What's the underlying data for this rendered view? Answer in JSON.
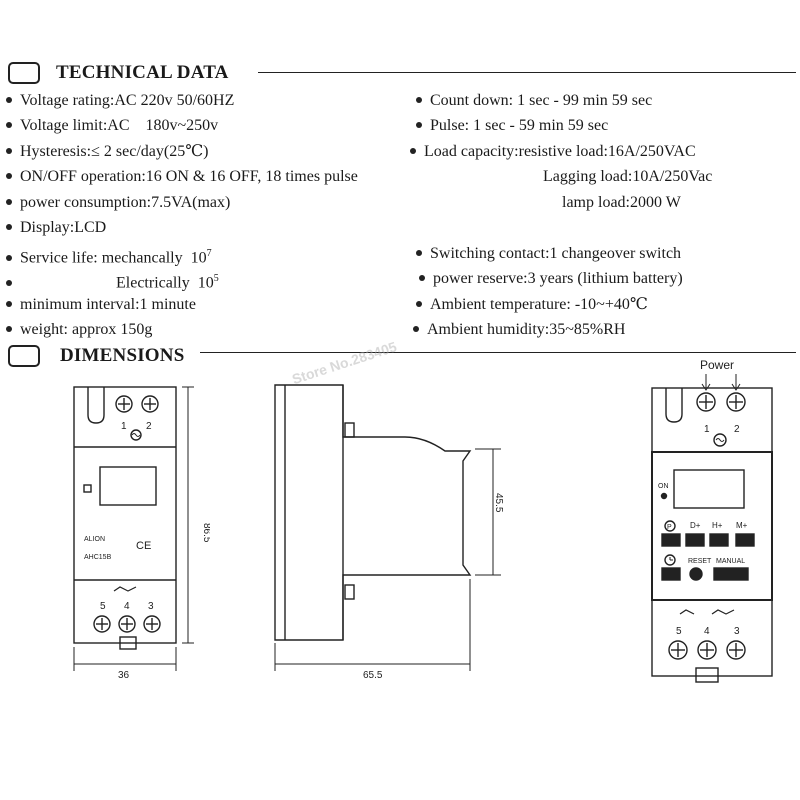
{
  "technical": {
    "heading": "TECHNICAL DATA",
    "left": [
      {
        "text": "Voltage rating:AC 220v 50/60HZ"
      },
      {
        "text": "Voltage limit:AC    180v~250v"
      },
      {
        "text": "Hysteresis:≤ 2 sec/day(25℃)"
      },
      {
        "text": "ON/OFF operation:16 ON & 16 OFF, 18 times pulse"
      },
      {
        "text": "power consumption:7.5VA(max)"
      },
      {
        "text": "Display:LCD"
      },
      {
        "text": "Service life: mechancally  10",
        "sup": "7"
      },
      {
        "text": "Electrically  10",
        "sup": "5",
        "nobullet": true
      },
      {
        "text": "minimum interval:1 minute"
      },
      {
        "text": "weight: approx 150g"
      }
    ],
    "right": [
      {
        "text": "Count down: 1 sec - 99 min 59 sec"
      },
      {
        "text": "Pulse: 1 sec - 59 min 59 sec"
      },
      {
        "text": "Load capacity:resistive load:16A/250VAC"
      },
      {
        "text": "Lagging load:10A/250Vac",
        "nobullet": true
      },
      {
        "text": "lamp load:2000 W",
        "nobullet": true
      },
      {
        "text": "Switching contact:1 changeover switch"
      },
      {
        "text": "power reserve:3 years (lithium battery)"
      },
      {
        "text": "Ambient temperature: -10~+40℃"
      },
      {
        "text": "Ambient humidity:35~85%RH"
      }
    ]
  },
  "dimensions": {
    "heading": "DIMENSIONS",
    "front": {
      "terminal_top": [
        "1",
        "2"
      ],
      "terminal_bottom": [
        "5",
        "4",
        "3"
      ],
      "brand": "ALION",
      "model": "AHC15B",
      "ce_mark": "CE",
      "width_label": "36",
      "height_label": "86.5"
    },
    "side": {
      "depth_label": "65.5",
      "rail_label": "45.5"
    },
    "panel": {
      "power_label": "Power",
      "terminal_top": [
        "1",
        "2"
      ],
      "terminal_bottom": [
        "5",
        "4",
        "3"
      ],
      "on_label": "ON",
      "keys_row1": [
        "D+",
        "H+",
        "M+"
      ],
      "reset_label": "RESET",
      "manual_label": "MANUAL"
    }
  },
  "watermark": "Store No.283405"
}
